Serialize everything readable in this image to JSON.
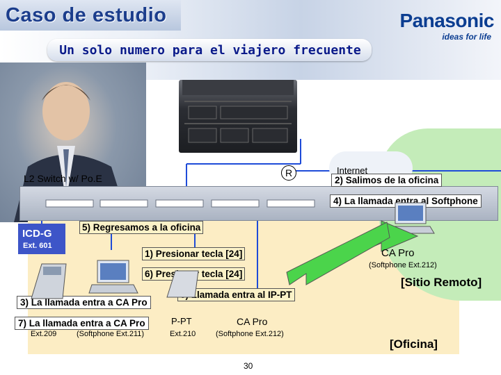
{
  "header": {
    "title": "Caso de estudio",
    "logo": "Panasonic",
    "tagline": "ideas for life",
    "subtitle": "Un solo numero para el viajero frecuente"
  },
  "network": {
    "switch_label": "L2 Switch w/ Po.E",
    "router_label": "R",
    "internet_label": "Internet"
  },
  "steps": {
    "step1": "1) Presionar tecla [24]",
    "step2": "2) Salimos de la oficina",
    "step3": "3) La llamada entra a CA Pro",
    "step4": "4) La llamada entra al Softphone",
    "step5": "5) Regresamos a la oficina",
    "step6": "6) Presionar tecla [24]",
    "step7": "7) La  llamada entra a CA Pro",
    "step8": "8) Llamada entra al IP-PT"
  },
  "devices": {
    "icdg_title": "ICD-G",
    "icdg_ext": "Ext. 601",
    "ext209": "Ext.209",
    "softphone211": "(Softphone Ext.211)",
    "ippt_label": "P-PT",
    "ext210": "Ext.210",
    "capro_office": "CA Pro",
    "softphone212_office": "(Softphone Ext.212)",
    "capro_remote": "CA Pro",
    "softphone212_remote": "(Softphone Ext.212)"
  },
  "areas": {
    "remote": "[Sitio Remoto]",
    "office": "[Oficina]"
  },
  "footer": {
    "page_number": "30"
  },
  "colors": {
    "title_blue": "#1b3d8c",
    "office_bg": "#fcedc4",
    "remote_bg": "#c4ecb9",
    "arrow_green": "#4bd44b",
    "icdg_blue": "#3d55c8"
  }
}
